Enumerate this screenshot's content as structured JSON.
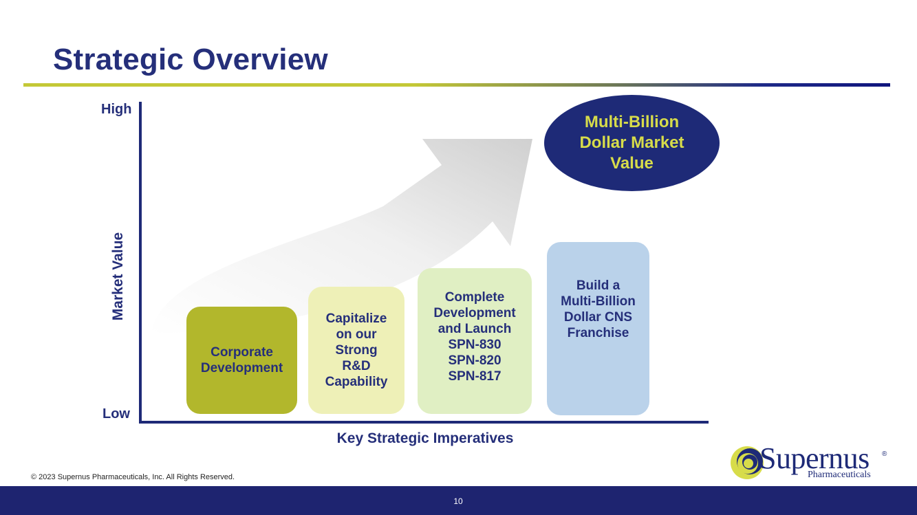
{
  "title": "Strategic Overview",
  "axes": {
    "high_label": "High",
    "low_label": "Low",
    "y_title": "Market Value",
    "x_title": "Key Strategic Imperatives"
  },
  "blocks": [
    {
      "label": "Corporate\nDevelopment",
      "color": "#b2b72c"
    },
    {
      "label": "Capitalize\non our\nStrong\nR&D\nCapability",
      "color": "#eef0b7"
    },
    {
      "label": "Complete\nDevelopment\nand Launch\nSPN-830\nSPN-820\nSPN-817",
      "color": "#e0efc3"
    },
    {
      "label": "Build a\nMulti-Billion\nDollar CNS\nFranchise",
      "color": "#bad2ea"
    }
  ],
  "goal": {
    "label": "Multi-Billion\nDollar Market\nValue",
    "fill_color": "#1e2a77",
    "text_color": "#d7dc4a"
  },
  "arrow_icon": "curved-growth-arrow-icon",
  "footer": {
    "copyright": "© 2023 Supernus Pharmaceuticals, Inc. All Rights Reserved.",
    "page_number": "10"
  },
  "logo": {
    "name": "Supernus",
    "registered": "®",
    "subtitle": "Pharmaceuticals"
  },
  "colors": {
    "navy": "#252f7a",
    "footer_bar": "#1e2470",
    "rule_yellow": "#c4c837"
  }
}
